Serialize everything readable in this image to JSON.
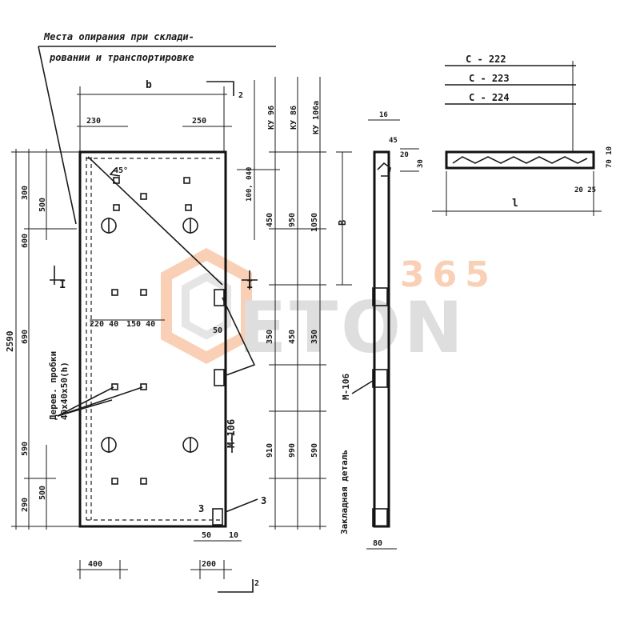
{
  "callout_note": [
    "Места опирания при склади-",
    "ровании и транспортировке"
  ],
  "labels": {
    "b_top": "b",
    "dim_230": "230",
    "dim_250": "250",
    "dim_300": "300",
    "dim_500_left": "500",
    "dim_600": "600",
    "dim_2590": "2590",
    "dim_690": "690",
    "dim_590": "590",
    "dim_500_low": "500",
    "dim_290": "290",
    "angle_45": "45°",
    "dim_100_40": "100, 040",
    "dim_450": "450",
    "dim_950": "950",
    "dim_1050": "1050",
    "col_ku96": "КУ 96",
    "col_ku86": "КУ 86",
    "col_ku106a": "КУ 106а",
    "dim_B": "В",
    "mark_I_left": "I",
    "mark_I_right": "I",
    "dim_220_40": "220 40",
    "dim_150_40": "150 40",
    "dim_50": "50",
    "dim_350a": "350",
    "dim_450b": "450",
    "dim_350b": "350",
    "note_wood_plugs": [
      "Дерев. пробки",
      "40х40х50(h)"
    ],
    "m106_label": "М-106",
    "dim_910": "910",
    "dim_990": "990",
    "dim_590b": "590",
    "embedded_part": "Закладная деталь",
    "embedded_code": "М-106",
    "mark_3a": "3",
    "mark_3b": "3",
    "dim_50b": "50",
    "dim_10": "10",
    "dim_400": "400",
    "dim_200": "200",
    "mark_2a": "2",
    "mark_2b": "2",
    "dim_80": "80",
    "dim_16": "16",
    "dim_45": "45",
    "dim_30": "30",
    "dim_20": "20",
    "series": [
      "С - 222",
      "С - 223",
      "С - 224"
    ],
    "right_l": "l",
    "right_dim_70": "70 10",
    "right_dim_20": "20 25"
  },
  "watermark": {
    "number": "365",
    "word": "ETON",
    "accent_color": "#f7b48a",
    "gray_color": "#c8c8c8"
  }
}
